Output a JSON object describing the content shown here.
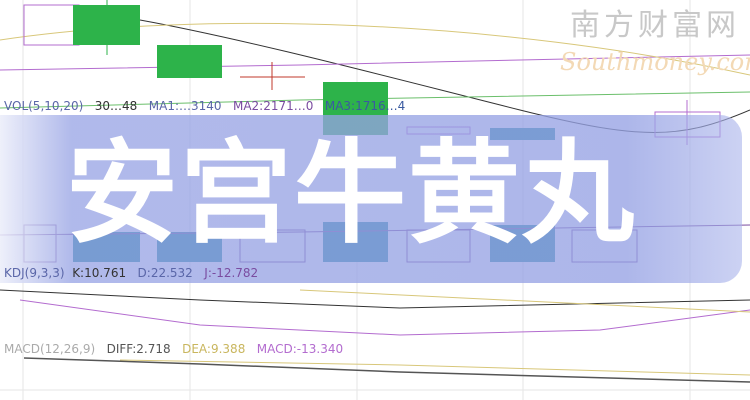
{
  "title": "安宫牛黄丸",
  "watermark": {
    "cn": "南方财富网",
    "en": "Southmoney.com"
  },
  "vol_legend": {
    "name": "VOL(5,10,20)",
    "vol": "30…48",
    "ma1": "MA1:…3140",
    "ma2": "MA2:2171…0",
    "ma3": "MA3:1716…4"
  },
  "kdj_legend": {
    "name": "KDJ(9,3,3)",
    "k": "K:10.761",
    "d": "D:22.532",
    "j": "J:-12.782"
  },
  "macd_legend": {
    "name": "MACD(12,26,9)",
    "diff": "DIFF:2.718",
    "dea": "DEA:9.388",
    "macd": "MACD:-13.340"
  },
  "colors": {
    "up": "#2db34a",
    "down_vol": "#1f8a9e",
    "banner": "#96a2e4",
    "ma_purple": "#b36ccf",
    "ma_yellow": "#d8c77a"
  }
}
